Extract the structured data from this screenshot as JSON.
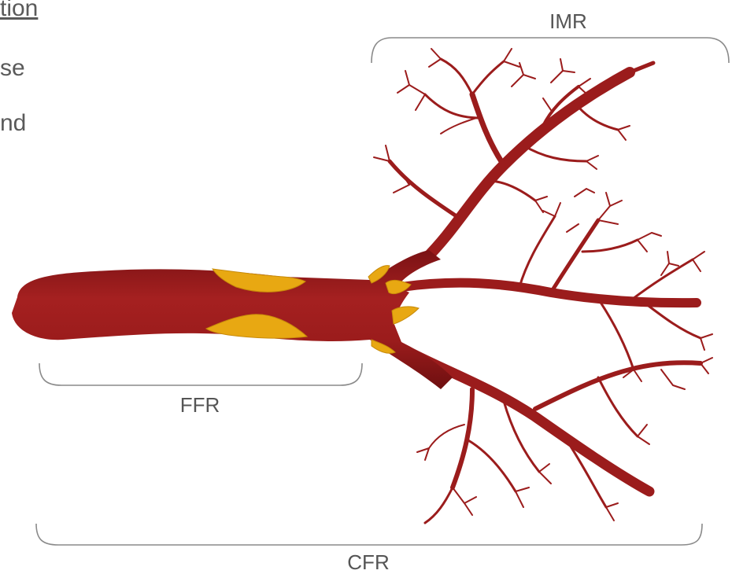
{
  "text_fragments": {
    "title": "tion",
    "line1": "se",
    "line2": "nd"
  },
  "labels": {
    "imr": "IMR",
    "ffr": "FFR",
    "cfr": "CFR"
  },
  "colors": {
    "vessel": "#9b1c1c",
    "vessel_dark": "#6e0f10",
    "plaque": "#e8a812",
    "bracket": "#8a8a8a",
    "text": "#555555"
  }
}
